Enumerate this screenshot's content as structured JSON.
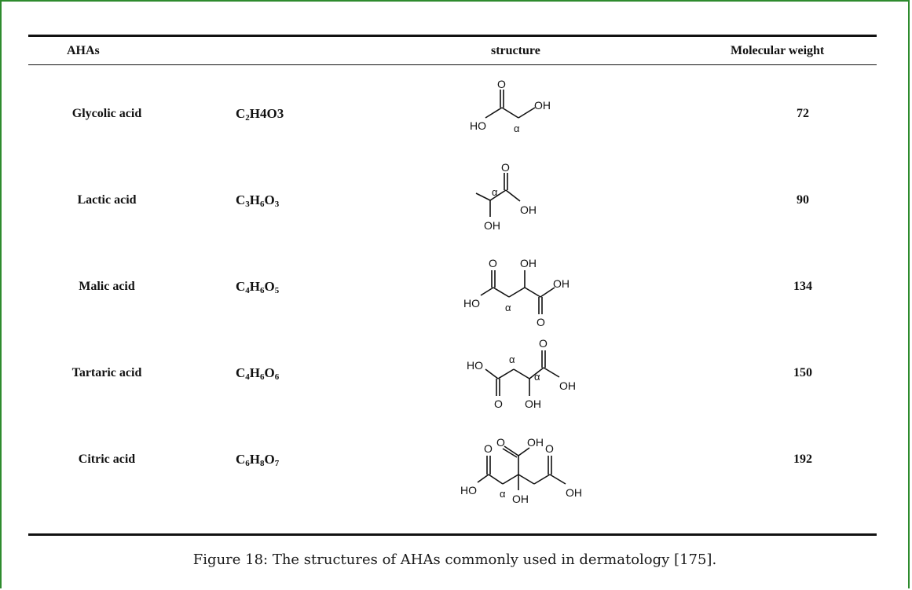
{
  "table": {
    "headers": {
      "name": "AHAs",
      "formula": "",
      "structure": "structure",
      "mw": "Molecular weight"
    },
    "rows": [
      {
        "name": "Glycolic acid",
        "formula": [
          [
            "C",
            ""
          ],
          [
            "2",
            ""
          ],
          [
            "H4O3",
            ""
          ]
        ],
        "formula_text": "C2H4O3",
        "mw": "72"
      },
      {
        "name": "Lactic acid",
        "formula_text": "C3H6O3",
        "mw": "90"
      },
      {
        "name": "Malic acid",
        "formula_text": "C4H6O5",
        "mw": "134"
      },
      {
        "name": "Tartaric acid",
        "formula_text": "C4H6O6",
        "mw": "150"
      },
      {
        "name": "Citric acid",
        "formula_text": "C6H8O7",
        "mw": "192"
      }
    ]
  },
  "structure_labels": {
    "o": "O",
    "oh": "OH",
    "ho": "HO",
    "alpha": "α"
  },
  "caption": "Figure 18: The structures of AHAs commonly used in dermatology [175]."
}
